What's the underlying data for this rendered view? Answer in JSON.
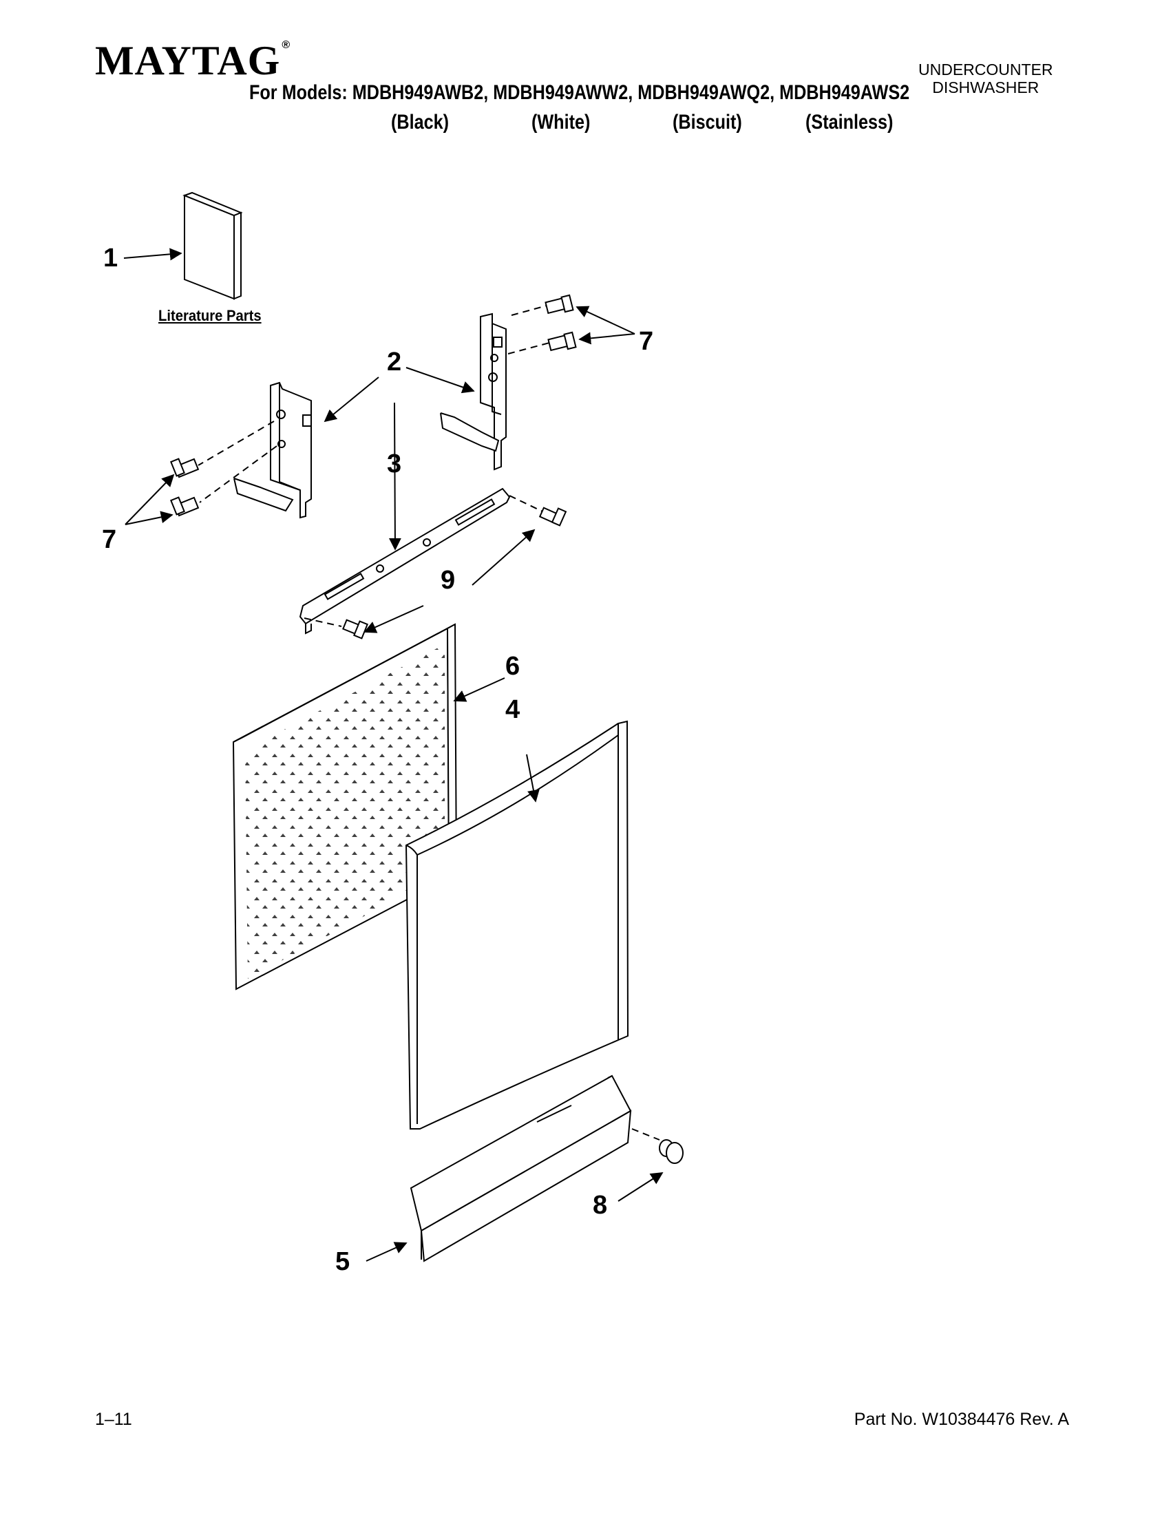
{
  "header": {
    "brand": "MAYTAG",
    "brand_mark": "®",
    "models_line": "For Models: MDBH949AWB2, MDBH949AWW2, MDBH949AWQ2, MDBH949AWS2",
    "colors": [
      "(Black)",
      "(White)",
      "(Biscuit)",
      "(Stainless)"
    ],
    "category_line1": "UNDERCOUNTER",
    "category_line2": "DISHWASHER"
  },
  "diagram": {
    "literature_label": "Literature Parts",
    "callouts": {
      "c1": "1",
      "c2": "2",
      "c3": "3",
      "c4": "4",
      "c5": "5",
      "c6": "6",
      "c7a": "7",
      "c7b": "7",
      "c8": "8",
      "c9": "9"
    }
  },
  "footer": {
    "page": "1–11",
    "part_no": "Part No. W10384476 Rev. A"
  }
}
